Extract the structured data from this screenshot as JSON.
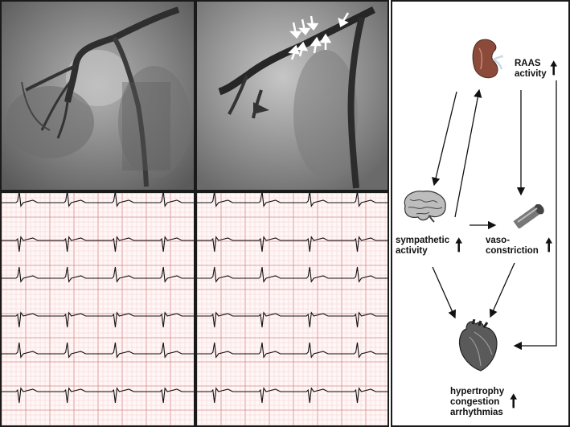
{
  "diagram": {
    "raas_label": "RAAS\nactivity",
    "sympathetic_label": "sympathetic\nactivity",
    "vaso_label": "vaso-\nconstriction",
    "outcome_label": "hypertrophy\ncongestion\narrhythmias",
    "increase_symbol": "🠕"
  },
  "colors": {
    "ecg_grid_major": "#d98a8a",
    "ecg_grid_minor": "#f2c9c9",
    "trace": "#111111",
    "arrow_marker": "#ffffff"
  }
}
